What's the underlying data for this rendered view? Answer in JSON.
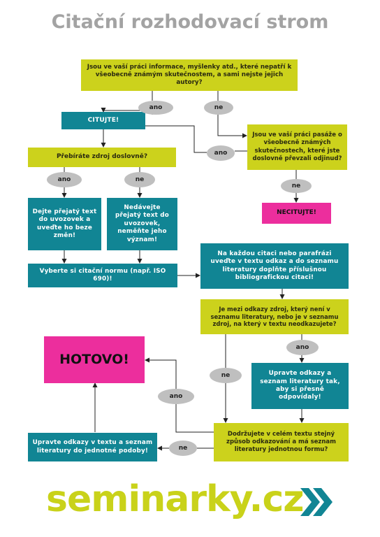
{
  "title": "Citační rozhodovací strom",
  "nodes": {
    "q_info": "Jsou ve vaší práci informace, myšlenky atd., které nepatří k všeobecně známým skutečnostem, a sami nejste jejich autory?",
    "citujte": "CITUJTE!",
    "q_pasaze": "Jsou ve vaší práci pasáže o všeobecně známých skutečnostech, které jste doslovně převzali odjinud?",
    "necitujte": "NECITUJTE!",
    "q_doslovne": "Přebíráte zdroj doslovně?",
    "uvozovky": "Dejte přejatý text do uvozovek a uveďte ho beze změn!",
    "neuvozovky": "Nedávejte přejatý text do uvozovek, neměňte jeho význam!",
    "norma": "Vyberte si citační normu (např. ISO 690)!",
    "odkaz": "Na každou citaci nebo parafrázi uveďte v textu odkaz a do seznamu literatury doplňte příslušnou bibliografickou citaci!",
    "q_zdroj": "Je mezi odkazy zdroj, který není v seznamu literatury, nebo je v seznamu zdroj, na který v textu neodkazujete?",
    "upravte_seznam": "Upravte odkazy a seznam literatury tak, aby si přesně odpovídaly!",
    "hotovo": "HOTOVO!",
    "q_zpusob": "Dodržujete v celém textu stejný způsob odkazování a má seznam literatury jednotnou formu?",
    "upravte_podoba": "Upravte odkazy v textu a seznam literatury do jednotné podoby!"
  },
  "labels": {
    "ano": "ano",
    "ne": "ne"
  },
  "logo": {
    "text": "seminarky.cz",
    "arrow_icon": "double-chevron-right-icon",
    "color": "#c9d21a",
    "arrow_color": "#118594"
  },
  "colors": {
    "yellow": "#ccd21c",
    "teal": "#118594",
    "pink": "#ec2e9d",
    "oval": "#bfbfbf",
    "title": "#a3a3a3"
  }
}
